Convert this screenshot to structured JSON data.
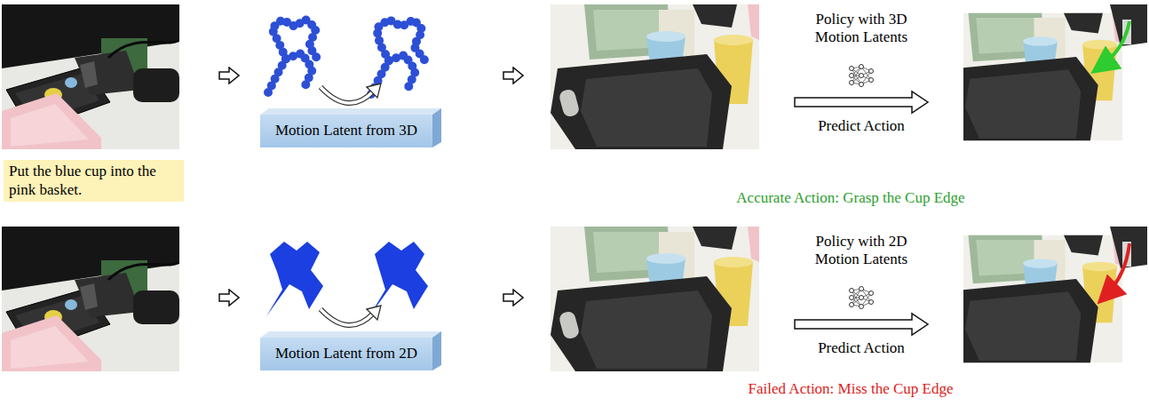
{
  "diagram": {
    "nodes": [
      {
        "text": [
          "Put the blue cup into the pink basket."
        ]
      },
      {
        "text": [
          "Motion Latent from 3D"
        ]
      },
      {
        "text": [
          "Motion Latent from 2D"
        ]
      }
    ],
    "labels": [
      "Policy with 3D Motion Latents",
      "Predict Action",
      "Accurate Action: Grasp the Cup Edge",
      "Policy with 2D Motion Latents",
      "Predict Action",
      "Failed Action: Miss the Cup Edge"
    ]
  }
}
